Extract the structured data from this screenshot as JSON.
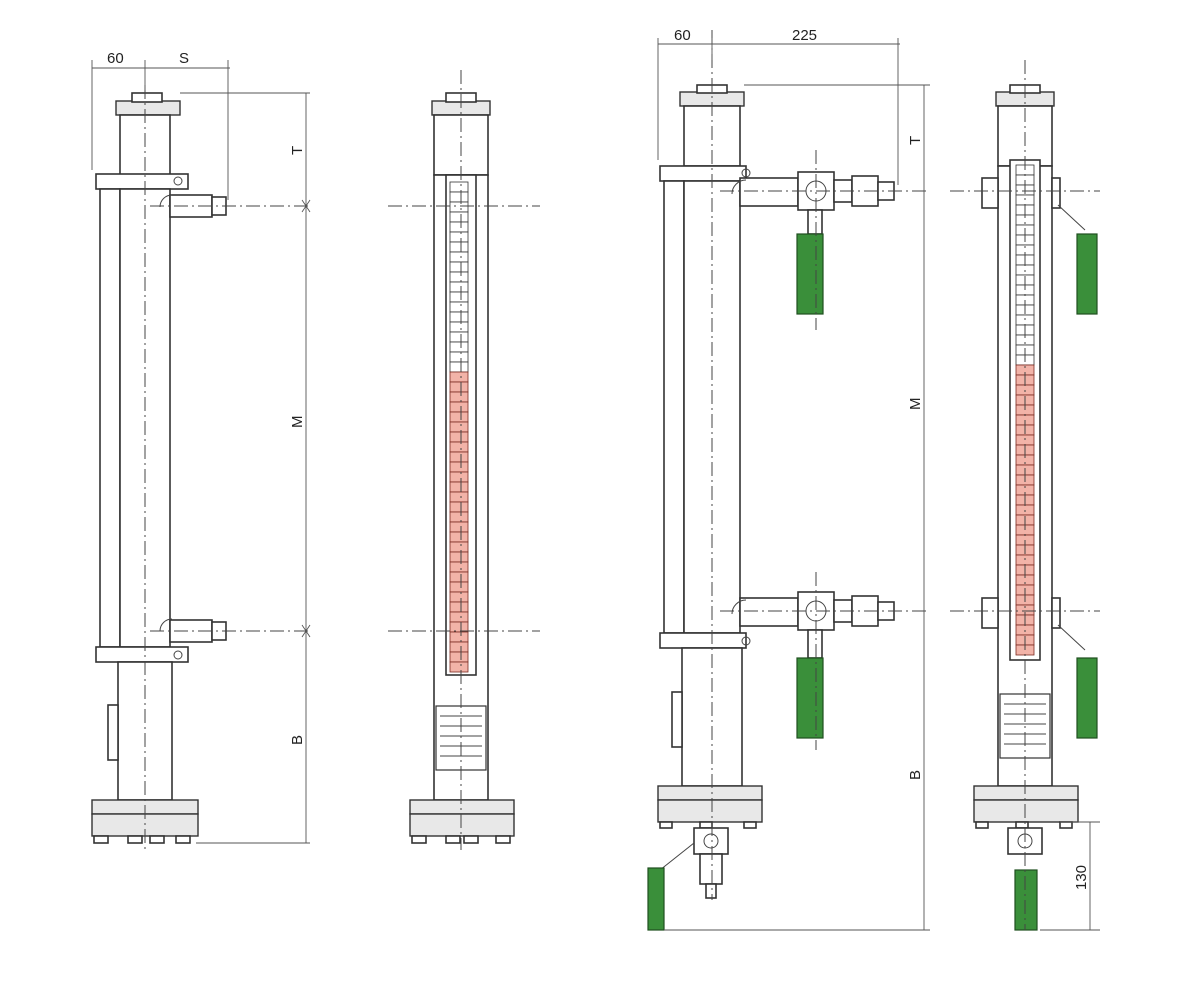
{
  "dimensions": {
    "view1_width_left": "60",
    "view1_width_right": "S",
    "view1_top": "T",
    "view1_middle": "M",
    "view1_bottom": "B",
    "view3_width_left": "60",
    "view3_width_right": "225",
    "view3_top": "T",
    "view3_middle": "M",
    "view3_bottom": "B",
    "view4_drain": "130"
  },
  "colors": {
    "handle": "#3a8f3a",
    "indicator_red": "#f2b3a8",
    "indicator_white": "#ffffff"
  }
}
